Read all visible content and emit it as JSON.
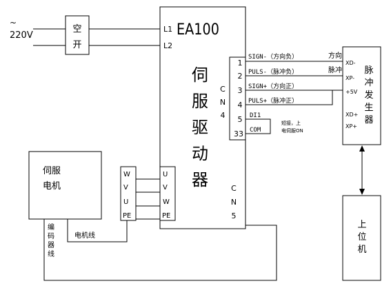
{
  "power": {
    "tilde": "~",
    "voltage": "220V",
    "breaker_line1": "空",
    "breaker_line2": "开"
  },
  "drive": {
    "model": "EA100",
    "title_chars": [
      "伺",
      "服",
      "驱",
      "动",
      "器"
    ],
    "in_l1": "L1",
    "in_l2": "L2",
    "cn4_letters": [
      "C",
      "N",
      "4"
    ],
    "cn5_letters": [
      "C",
      "N",
      "5"
    ],
    "pins": [
      "1",
      "2",
      "3",
      "4",
      "5",
      "33"
    ],
    "signals": [
      "SIGN-（方向负）",
      "PULS-（脉冲负）",
      "SIGN+（方向正）",
      "PULS+（脉冲正）",
      "DI1",
      "COM"
    ],
    "enable_note_line1": "短接，上",
    "enable_note_line2": "电伺服ON",
    "motor_terminals": [
      "U",
      "V",
      "W",
      "PE"
    ]
  },
  "pulse_generator": {
    "label_chars": [
      "脉",
      "冲",
      "发",
      "生",
      "器"
    ],
    "ports": [
      "XD-",
      "XP-",
      "+5V",
      "XD+",
      "XP+"
    ],
    "dir_label": "方向",
    "pulse_label": "脉冲"
  },
  "motor": {
    "label_line1": "伺服",
    "label_line2": "电机",
    "terminals": [
      "W",
      "V",
      "U",
      "PE"
    ],
    "cable_label": "电机线",
    "encoder_chars": [
      "编",
      "码",
      "器",
      "线"
    ]
  },
  "host": {
    "label_chars": [
      "上",
      "位",
      "机"
    ]
  }
}
